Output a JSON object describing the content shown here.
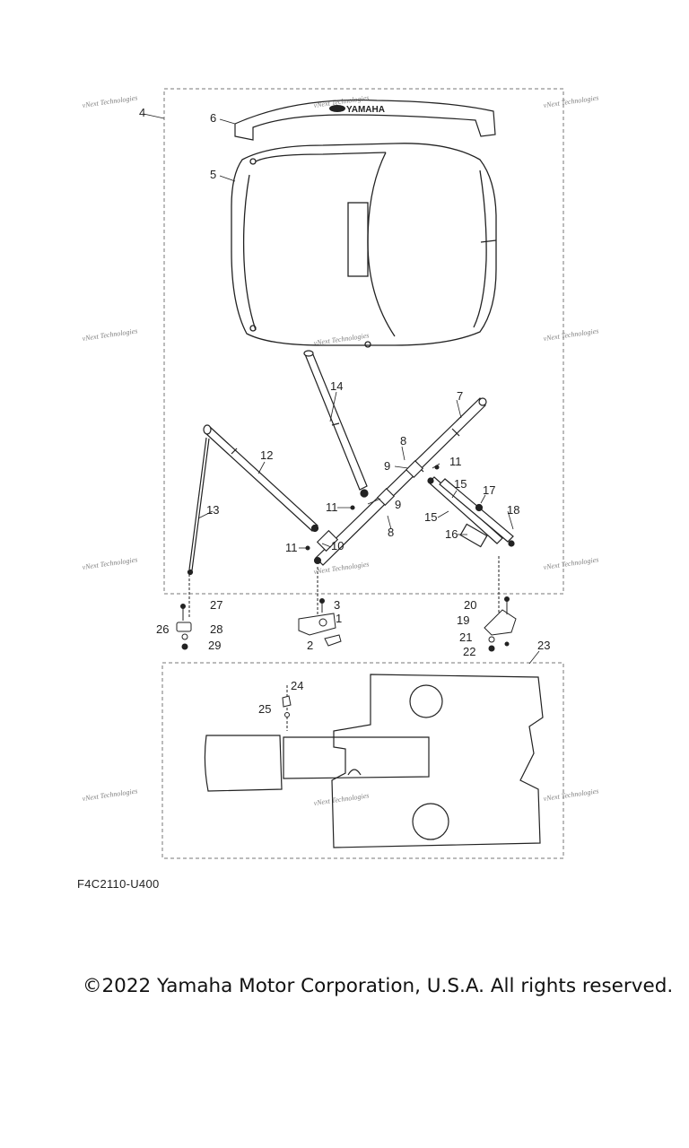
{
  "diagram": {
    "callouts": [
      "1",
      "2",
      "3",
      "4",
      "5",
      "6",
      "7",
      "8",
      "9",
      "10",
      "11",
      "12",
      "13",
      "14",
      "15",
      "16",
      "17",
      "18",
      "19",
      "20",
      "21",
      "22",
      "23",
      "24",
      "25",
      "26",
      "27",
      "28",
      "29"
    ],
    "cover_logo_text": "YAMAHA",
    "watermark_text": "vNext Technologies",
    "part_code": "F4C2110-U400",
    "copyright": "©2022 Yamaha Motor Corporation, U.S.A. All rights reserved."
  }
}
